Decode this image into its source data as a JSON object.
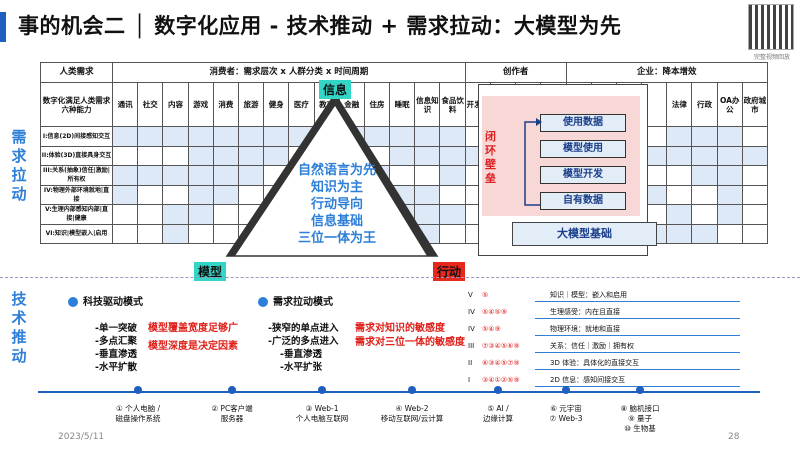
{
  "title": "事的机会二 │ 数字化应用 - 技术推动 + 需求拉动：大模型为先",
  "qr_caption": "完整视频回放",
  "side_labels": {
    "demand": "需求拉动",
    "tech": "技术推动"
  },
  "grid": {
    "header": [
      "人类需求",
      "消费者：需求层次 x 人群分类 x 时间周期",
      "创作者",
      "企业：降本增效"
    ],
    "col_left": "数字化满足人类需求六种能力",
    "columns": [
      "通讯",
      "社交",
      "内容",
      "游戏",
      "消费",
      "旅游",
      "健身",
      "医疗",
      "教育",
      "金融",
      "住房",
      "睡眠",
      "信息知识",
      "食品饮料",
      "开发者",
      "",
      "",
      "",
      "",
      "",
      "",
      "",
      "法律",
      "行政",
      "OA办公",
      "政府城市"
    ],
    "rows": [
      "I:信息(2D)间接感知交互",
      "II:体验(3D)直接具身交互",
      "III:关系(抽象)信任|激励|所有权",
      "IV:物理外部环境就地|直接",
      "V:生理内部感知内部|直接|健康",
      "VI:知识|模型嵌入|启用"
    ]
  },
  "triangle": {
    "top": "信息",
    "left": "模型",
    "right": "行动",
    "center": [
      "自然语言为先",
      "知识为主",
      "行动导向",
      "信息基础",
      "三位一体为王"
    ]
  },
  "closed_loop": {
    "label": "闭环壁垒",
    "steps": [
      "使用数据",
      "模型使用",
      "模型开发",
      "自有数据"
    ],
    "base": "大模型基础"
  },
  "tech": {
    "mode1": {
      "title": "科技驱动模式",
      "bullets": [
        "-单一突破",
        "-多点汇聚",
        "-垂直渗透",
        "-水平扩散"
      ],
      "red": [
        "模型覆盖宽度足够广",
        "模型深度是决定因素"
      ]
    },
    "mode2": {
      "title": "需求拉动模式",
      "bullets": [
        "-狭窄的单点进入",
        "-广泛的多点进入",
        "-垂直渗透",
        "-水平扩张"
      ],
      "red": [
        "需求对知识的敏感度",
        "需求对三位一体的敏感度"
      ]
    }
  },
  "levels": [
    {
      "roman": "V",
      "nums": "⑤",
      "desc": "知识｜模型：嵌入和启用"
    },
    {
      "roman": "IV",
      "nums": "⑤④⑤⑨",
      "desc": "生理感受：内在且直接"
    },
    {
      "roman": "IV",
      "nums": "⑤④⑨",
      "desc": "物理环境：就地和直接"
    },
    {
      "roman": "III",
      "nums": "⑦③④⑤⑥⑨",
      "desc": "关系：信任｜激励｜拥有权"
    },
    {
      "roman": "II",
      "nums": "⑥③④⑤⑦⑨",
      "desc": "3D 体验：具体化的直接交互"
    },
    {
      "roman": "I",
      "nums": "③④①②⑤⑨",
      "desc": "2D 信息：感知间接交互"
    }
  ],
  "timeline": [
    {
      "l1": "① 个人电脑 /",
      "l2": "磁盘操作系统"
    },
    {
      "l1": "② PC客户端",
      "l2": "服务器"
    },
    {
      "l1": "③ Web-1",
      "l2": "个人电脑互联网"
    },
    {
      "l1": "④ Web-2",
      "l2": "移动互联网/云计算"
    },
    {
      "l1": "⑤ AI /",
      "l2": "边缘计算"
    },
    {
      "l1": "⑥ 元宇宙",
      "l2": "⑦ Web-3"
    },
    {
      "l1": "⑧ 脑机接口",
      "l2": "⑨ 量子",
      "l3": "⑩ 生物基"
    }
  ],
  "footer": {
    "date": "2023/5/11",
    "page": "28"
  },
  "colors": {
    "accent": "#1f5fbf",
    "side": "#2d7fd8",
    "red": "#e0201a",
    "green_tag": "#33d6c6",
    "red_tag": "#e8281c"
  }
}
